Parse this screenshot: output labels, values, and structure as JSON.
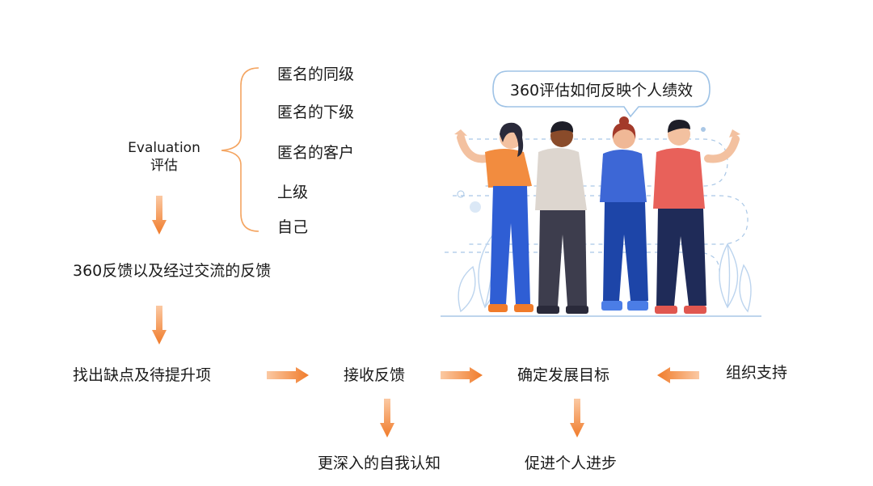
{
  "evaluation": {
    "label_en": "Evaluation",
    "label_cn": "评估"
  },
  "sources": [
    "匿名的同级",
    "匿名的下级",
    "匿名的客户",
    "上级",
    "自己"
  ],
  "feedback_step": "360反馈以及经过交流的反馈",
  "flow": {
    "find_gaps": "找出缺点及待提升项",
    "receive_feedback": "接收反馈",
    "set_goals": "确定发展目标",
    "org_support": "组织支持",
    "deeper_awareness": "更深入的自我认知",
    "personal_growth": "促进个人进步"
  },
  "illustration": {
    "speech_bubble": "360评估如何反映个人绩效"
  },
  "colors": {
    "arrow": "#f07b2a",
    "brace": "#f4a460",
    "bubble_outline": "#9fc3e6"
  }
}
